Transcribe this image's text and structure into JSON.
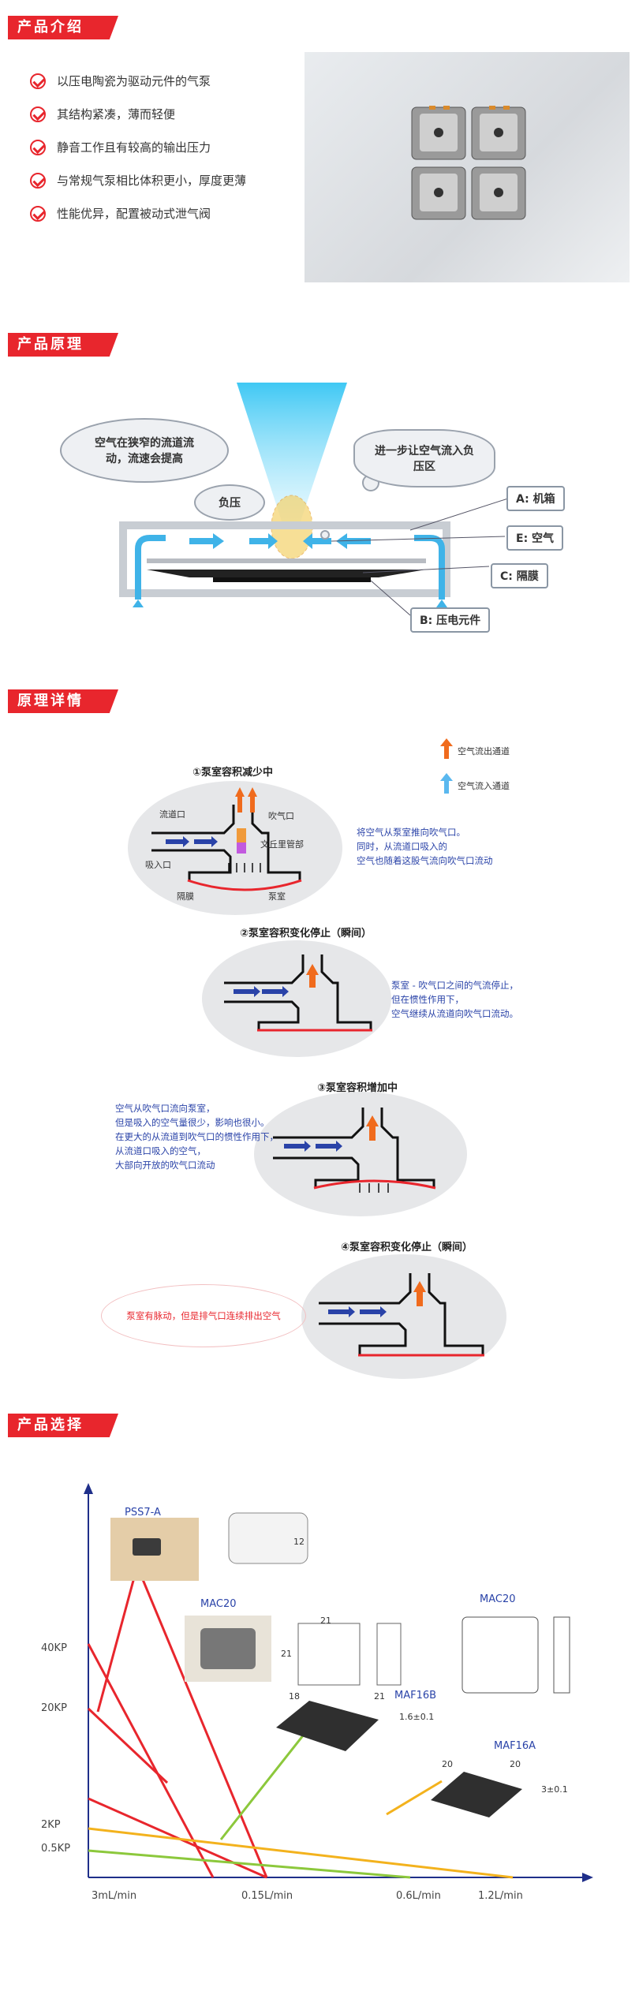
{
  "intro": {
    "title": "产品介绍",
    "features": [
      "以压电陶瓷为驱动元件的气泵",
      "其结构紧凑，薄而轻便",
      "静音工作且有较高的输出压力",
      "与常规气泵相比体积更小，厚度更薄",
      "性能优异，配置被动式泄气阀"
    ]
  },
  "principle": {
    "title": "产品原理",
    "bubble_flow": "空气在狭窄的流道流动，流速会提高",
    "bubble_neg": "负压",
    "bubble_further": "进一步让空气流入负压区",
    "labels": {
      "a": "A: 机箱",
      "e": "E: 空气",
      "c": "C: 隔膜",
      "b": "B: 压电元件"
    }
  },
  "detail": {
    "title": "原理详情",
    "legend_out": "空气流出通道",
    "legend_in": "空气流入通道",
    "step1": {
      "title": "①泵室容积减少中",
      "labels": {
        "channel": "流道口",
        "blow": "吹气口",
        "venturi": "文丘里管部",
        "suction": "吸入口",
        "diaphragm": "隔膜",
        "chamber": "泵室"
      },
      "desc": [
        "将空气从泵室推向吹气口。",
        "同时，从流道口吸入的",
        "空气也随着这股气流向吹气口流动"
      ]
    },
    "step2": {
      "title": "②泵室容积变化停止（瞬间）",
      "desc": [
        "泵室 - 吹气口之间的气流停止，",
        "但在惯性作用下，",
        "空气继续从流道向吹气口流动。"
      ]
    },
    "step3": {
      "title": "③泵室容积增加中",
      "desc": [
        "空气从吹气口流向泵室，",
        "但是吸入的空气量很少，影响也很小。",
        "在更大的从流道到吹气口的惯性作用下，",
        "从流道口吸入的空气，",
        "大部向开放的吹气口流动"
      ]
    },
    "step4": {
      "title": "④泵室容积变化停止（瞬间）",
      "desc": "泵室有脉动，但是排气口连续排出空气"
    }
  },
  "selection": {
    "title": "产品选择",
    "y_ticks": [
      "40KP",
      "20KP",
      "2KP",
      "0.5KP"
    ],
    "x_ticks": [
      "3mL/min",
      "0.15L/min",
      "0.6L/min",
      "1.2L/min"
    ],
    "products": {
      "pss7a": "PSS7-A",
      "mac20": "MAC20",
      "mac20b": "MAC20",
      "maf16b": "MAF16B",
      "maf16a": "MAF16A"
    },
    "dims": {
      "d21a": "21",
      "d21b": "21",
      "d12": "12",
      "d18": "18",
      "d21c": "21",
      "d16": "1.6±0.1",
      "d20a": "20",
      "d20b": "20",
      "d3": "3±0.1"
    }
  },
  "colors": {
    "accent": "#e8262d",
    "blue": "#2a43a8",
    "cyan": "#3fb3e8"
  }
}
